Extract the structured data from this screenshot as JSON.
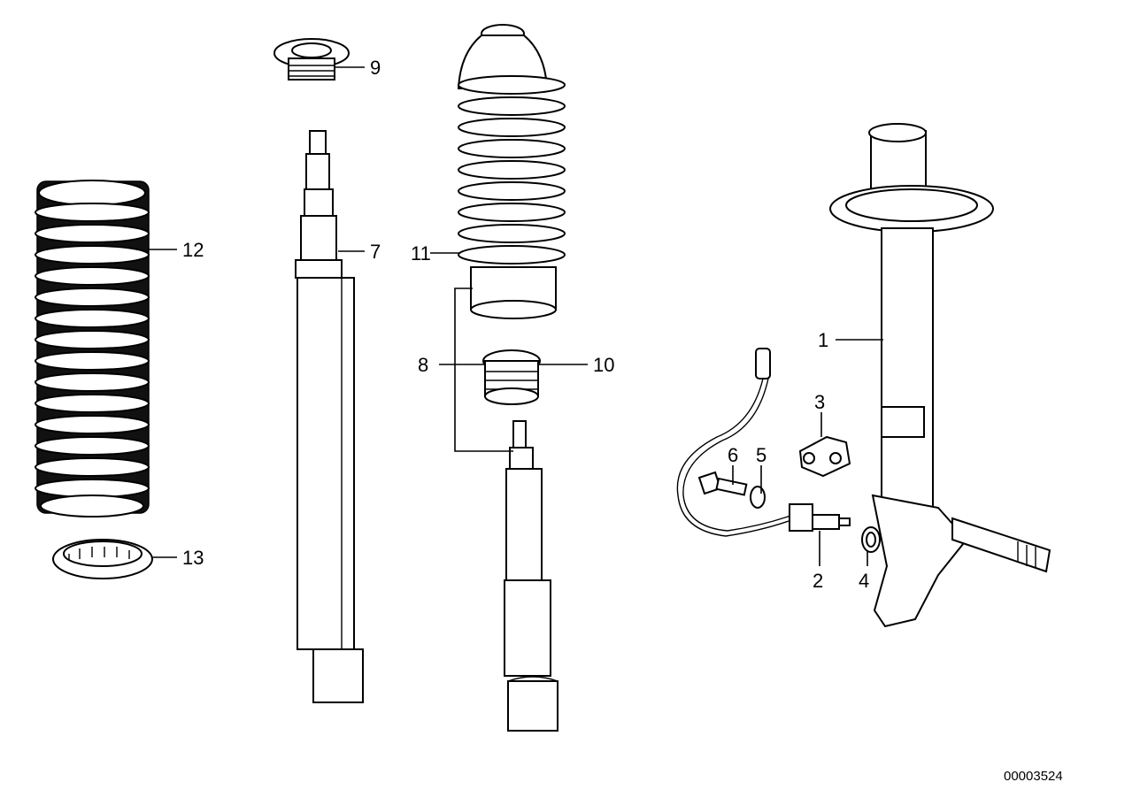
{
  "callouts": {
    "c1": "1",
    "c2": "2",
    "c3": "3",
    "c4": "4",
    "c5": "5",
    "c6": "6",
    "c7": "7",
    "c8": "8",
    "c9": "9",
    "c10": "10",
    "c11": "11",
    "c12": "12",
    "c13": "13"
  },
  "document_id": "00003524"
}
